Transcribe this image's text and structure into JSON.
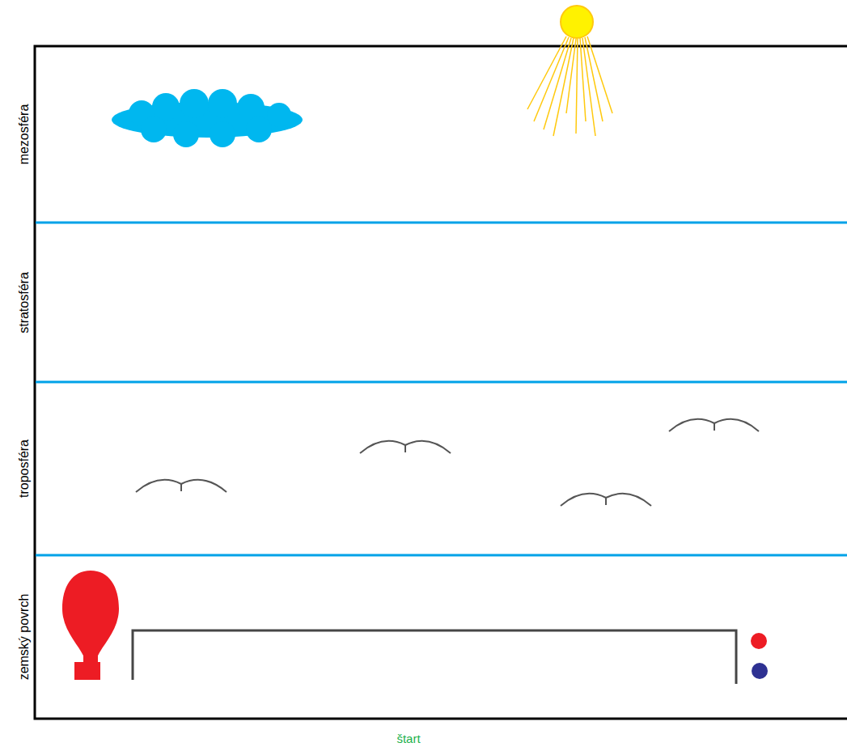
{
  "diagram": {
    "nodes": [
      {
        "text": [
          "mezosféra"
        ]
      },
      {
        "text": [
          "stratosféra"
        ]
      },
      {
        "text": [
          "troposféra"
        ]
      },
      {
        "text": [
          "zemský povrch"
        ]
      }
    ],
    "labels": [
      "štart"
    ]
  }
}
